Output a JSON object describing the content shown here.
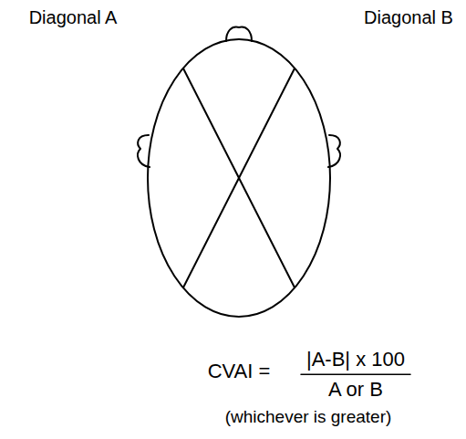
{
  "diagram": {
    "labels": [
      "Diagonal A",
      "Diagonal B",
      "CVAI =",
      "|A-B| x 100",
      "A or B",
      "(whichever is greater)"
    ]
  }
}
